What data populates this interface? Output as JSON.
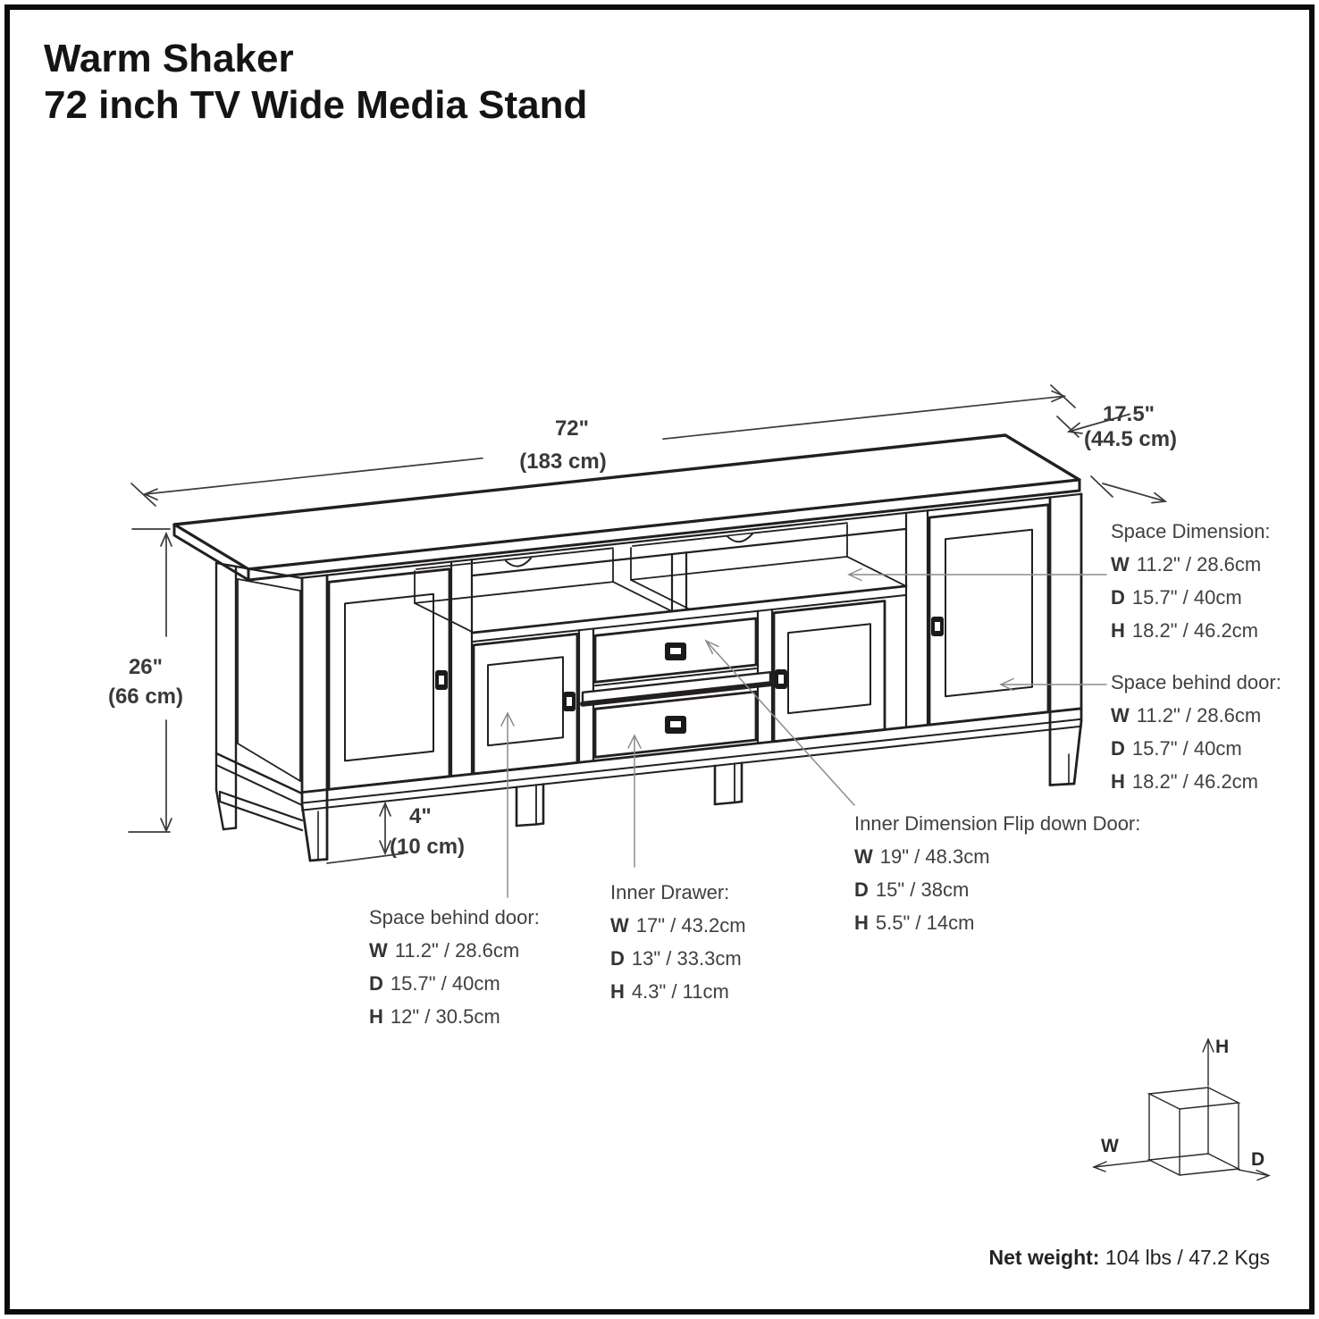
{
  "title": {
    "line1": "Warm Shaker",
    "line2": "72 inch TV Wide Media Stand"
  },
  "dims": {
    "width_in": "72\"",
    "width_cm": "(183 cm)",
    "depth_in": "17.5\"",
    "depth_cm": "(44.5 cm)",
    "height_in": "26\"",
    "height_cm": "(66 cm)",
    "leg_in": "4\"",
    "leg_cm": "(10 cm)"
  },
  "annotations": {
    "space_dimension": {
      "title": "Space Dimension:",
      "rows": [
        {
          "k": "W",
          "v": "11.2\" / 28.6cm"
        },
        {
          "k": "D",
          "v": "15.7\" / 40cm"
        },
        {
          "k": "H",
          "v": "18.2\" / 46.2cm"
        }
      ]
    },
    "space_behind_door_right": {
      "title": "Space behind door:",
      "rows": [
        {
          "k": "W",
          "v": "11.2\" / 28.6cm"
        },
        {
          "k": "D",
          "v": "15.7\" / 40cm"
        },
        {
          "k": "H",
          "v": "18.2\" / 46.2cm"
        }
      ]
    },
    "flip_down_door": {
      "title": "Inner Dimension Flip down Door:",
      "rows": [
        {
          "k": "W",
          "v": "19\" / 48.3cm"
        },
        {
          "k": "D",
          "v": "15\" / 38cm"
        },
        {
          "k": "H",
          "v": "5.5\" / 14cm"
        }
      ]
    },
    "inner_drawer": {
      "title": "Inner Drawer:",
      "rows": [
        {
          "k": "W",
          "v": "17\" / 43.2cm"
        },
        {
          "k": "D",
          "v": "13\" / 33.3cm"
        },
        {
          "k": "H",
          "v": "4.3\" / 11cm"
        }
      ]
    },
    "space_behind_door_left": {
      "title": "Space behind door:",
      "rows": [
        {
          "k": "W",
          "v": "11.2\" / 28.6cm"
        },
        {
          "k": "D",
          "v": "15.7\" / 40cm"
        },
        {
          "k": "H",
          "v": "12\" / 30.5cm"
        }
      ]
    }
  },
  "axis_cube": {
    "h": "H",
    "w": "W",
    "d": "D"
  },
  "net_weight": {
    "label": "Net weight:",
    "value": "104 lbs / 47.2 Kgs"
  },
  "colors": {
    "line": "#231f20",
    "text": "#3f4043",
    "leader": "#8a8b8e"
  }
}
